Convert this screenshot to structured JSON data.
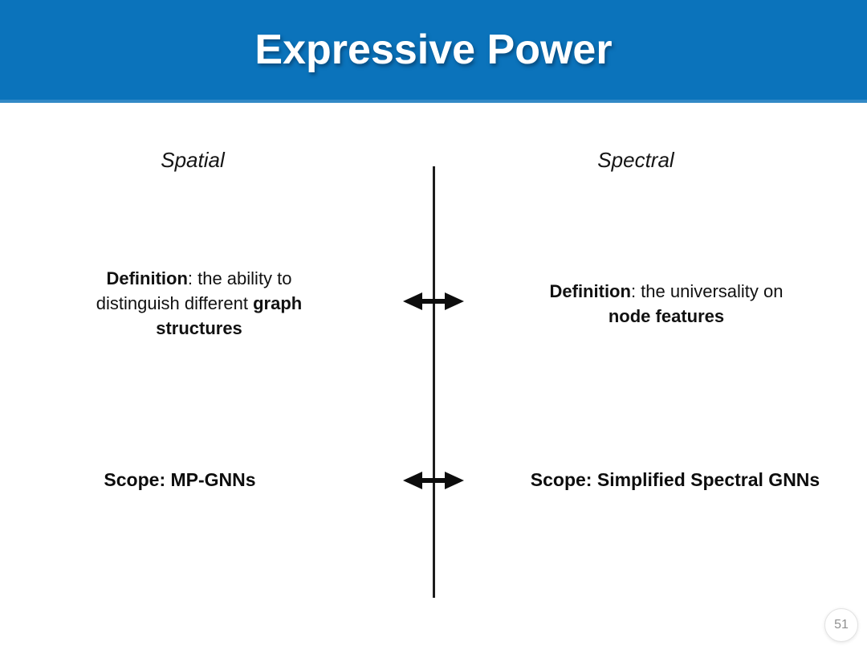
{
  "slide": {
    "title": "Expressive Power",
    "page_number": "51",
    "colors": {
      "header_blue": "#0b73bb",
      "header_edge_blue": "#3289c6",
      "divider_black": "#1c1c1c",
      "page_number_gray": "#8f8f8f"
    },
    "columns": {
      "left": {
        "heading": "Spatial",
        "definition": [
          {
            "text": "Definition",
            "bold": true
          },
          {
            "text": ": the ability to distinguish different ",
            "bold": false
          },
          {
            "text": "graph structures",
            "bold": true
          }
        ],
        "scope": "Scope: MP-GNNs"
      },
      "right": {
        "heading": "Spectral",
        "definition": [
          {
            "text": "Definition",
            "bold": true
          },
          {
            "text": ": the universality on ",
            "bold": false
          },
          {
            "text": "node features",
            "bold": true
          }
        ],
        "scope": "Scope: Simplified Spectral GNNs"
      }
    },
    "icons": {
      "row1": "double-headed-arrow",
      "row2": "double-headed-arrow"
    }
  }
}
